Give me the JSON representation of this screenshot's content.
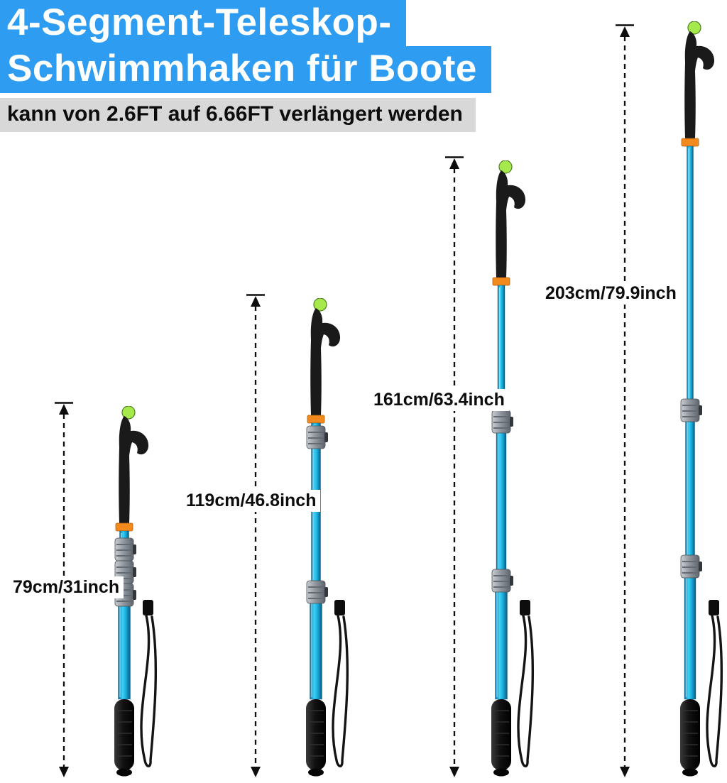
{
  "header": {
    "title_line1": "4-Segment-Teleskop-",
    "title_line2": "Schwimmhaken für Boote",
    "subtitle": "kann von 2.6FT auf 6.66FT verlängert werden"
  },
  "colors": {
    "title_bg": "#2e9cf1",
    "subtitle_bg": "#d8d8d8",
    "pole_blue": "#18a9d8",
    "collar_orange": "#f28a1e",
    "tip_green": "#a6e94c",
    "hook_black": "#1a1a1a"
  },
  "variants": [
    {
      "label": "79cm/31inch"
    },
    {
      "label": "119cm/46.8inch"
    },
    {
      "label": "161cm/63.4inch"
    },
    {
      "label": "203cm/79.9inch"
    }
  ]
}
